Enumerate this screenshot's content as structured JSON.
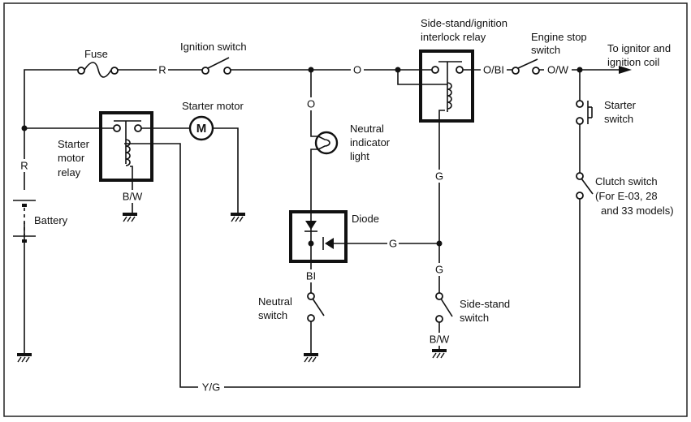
{
  "components": {
    "fuse": "Fuse",
    "ignition_switch": "Ignition switch",
    "starter_motor": "Starter motor",
    "motor_symbol": "M",
    "starter_motor_relay": [
      "Starter",
      "motor",
      "relay"
    ],
    "battery": "Battery",
    "neutral_indicator_light": [
      "Neutral",
      "indicator",
      "light"
    ],
    "diode": "Diode",
    "neutral_switch": [
      "Neutral",
      "switch"
    ],
    "interlock_relay": [
      "Side-stand/ignition",
      "interlock relay"
    ],
    "engine_stop_switch": [
      "Engine stop",
      "switch"
    ],
    "output": [
      "To ignitor and",
      "ignition coil"
    ],
    "starter_switch": [
      "Starter",
      "switch"
    ],
    "clutch_switch": [
      "Clutch switch",
      "(For E-03, 28",
      "and 33 models)"
    ],
    "side_stand_switch": [
      "Side-stand",
      "switch"
    ]
  },
  "wires": {
    "r_top": "R",
    "r_left": "R",
    "o_top": "O",
    "o_vertical": "O",
    "o_bl": "O/BI",
    "o_w": "O/W",
    "bw_relay": "B/W",
    "g_upper": "G",
    "g_diode": "G",
    "g_lower": "G",
    "bl": "BI",
    "bw_side": "B/W",
    "y_g": "Y/G"
  }
}
